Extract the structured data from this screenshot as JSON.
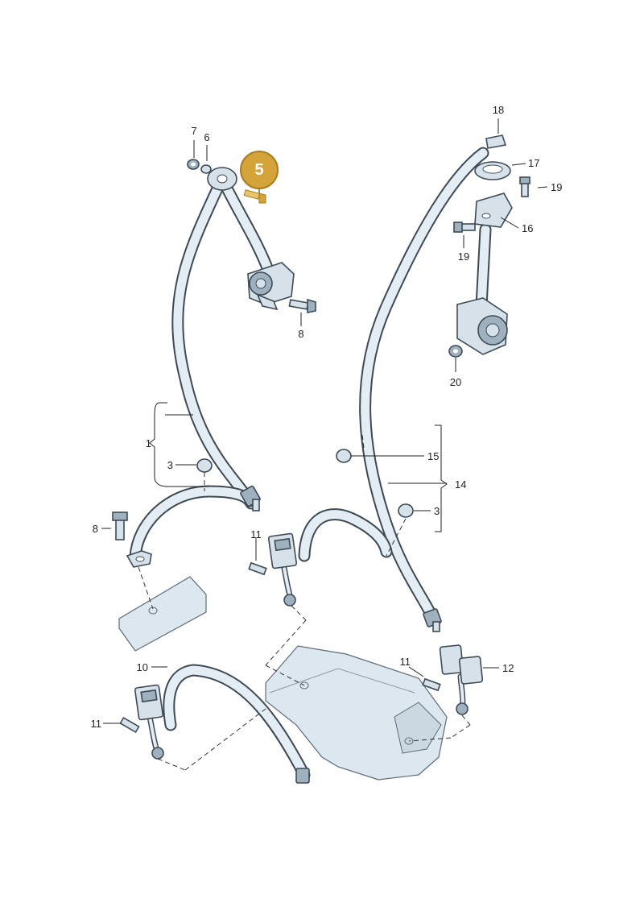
{
  "diagram": {
    "highlight_callout": "5",
    "labels": {
      "p1": "1",
      "p3a": "3",
      "p3b": "3",
      "p5": "5",
      "p6": "6",
      "p7": "7",
      "p8a": "8",
      "p8b": "8",
      "p10": "10",
      "p11a": "11",
      "p11b": "11",
      "p11c": "11",
      "p12": "12",
      "p14": "14",
      "p15": "15",
      "p16": "16",
      "p17": "17",
      "p18": "18",
      "p19a": "19",
      "p19b": "19",
      "p20": "20"
    },
    "colors": {
      "callout_fill": "#d4a43a",
      "outline": "#3d4a56",
      "belt_fill": "#e4edf3",
      "panel_fill": "#dde7ef"
    }
  }
}
